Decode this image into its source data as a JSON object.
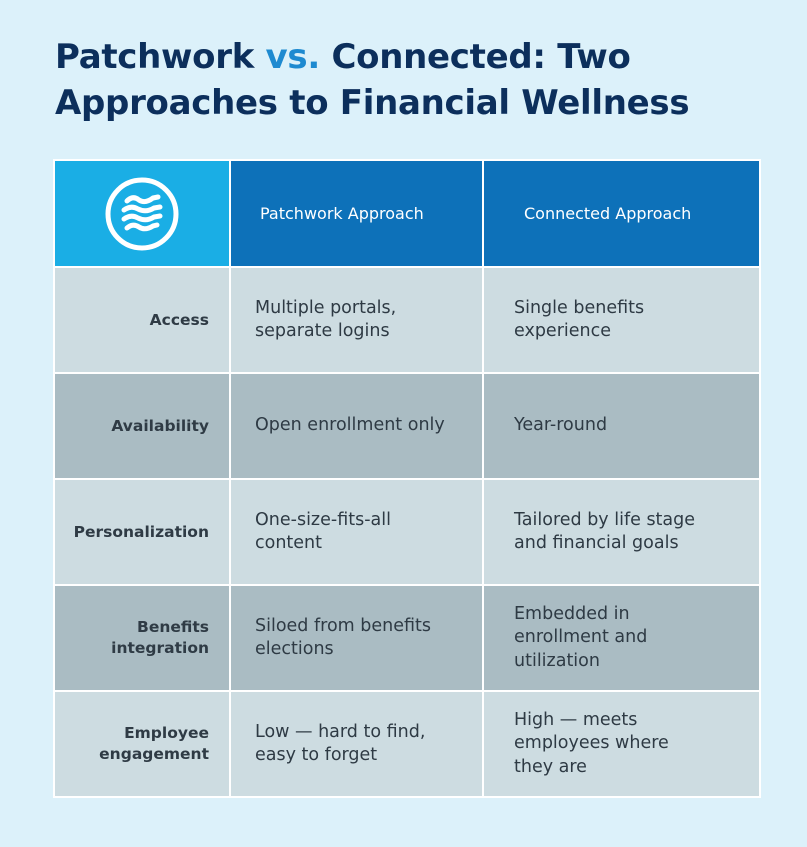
{
  "title": {
    "part1": "Patchwork ",
    "part2": "vs.",
    "part3": " Connected: Two Approaches to Financial Wellness"
  },
  "colors": {
    "page_bg": "#dcf1fa",
    "title": "#0c2f5c",
    "title_accent": "#1e8ad0",
    "logo_cell": "#1aaee5",
    "header_cell": "#0d71b9",
    "row_light": "#cddce1",
    "row_dark": "#aabcc3"
  },
  "header": {
    "logo_icon": "stacked-wave-circle-logo",
    "col1": "Patchwork Approach",
    "col2": "Connected Approach"
  },
  "rows": [
    {
      "label": [
        "Access"
      ],
      "patchwork": [
        "Multiple portals,",
        "separate logins"
      ],
      "connected": [
        "Single benefits",
        "experience"
      ]
    },
    {
      "label": [
        "Availability"
      ],
      "patchwork": [
        "Open enrollment only"
      ],
      "connected": [
        "Year-round"
      ]
    },
    {
      "label": [
        "Personalization"
      ],
      "patchwork": [
        "One-size-fits-all",
        "content"
      ],
      "connected": [
        "Tailored by life stage",
        "and financial goals"
      ]
    },
    {
      "label": [
        "Benefits",
        "integration"
      ],
      "patchwork": [
        "Siloed from benefits",
        "elections"
      ],
      "connected": [
        "Embedded in",
        "enrollment and",
        "utilization"
      ]
    },
    {
      "label": [
        "Employee",
        "engagement"
      ],
      "patchwork": [
        "Low — hard to find,",
        "easy to forget"
      ],
      "connected": [
        "High — meets",
        "employees where",
        "they are"
      ]
    }
  ]
}
